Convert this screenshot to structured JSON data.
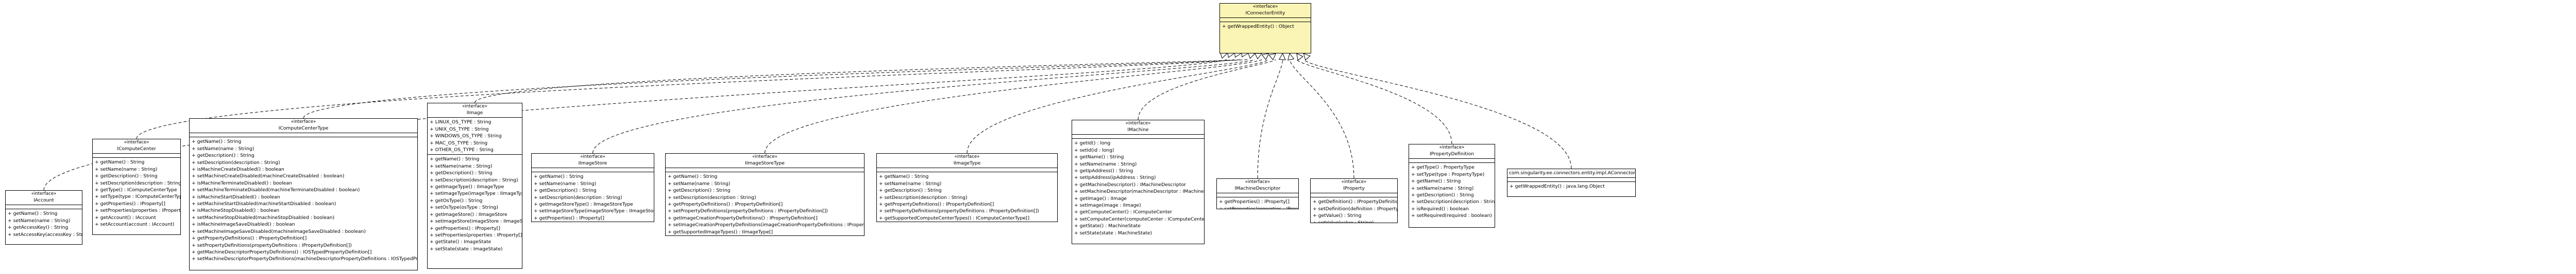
{
  "diagram": {
    "root_id": "IConnectorEntity",
    "classes": [
      {
        "id": "IConnectorEntity",
        "stereotype": "«interface»",
        "name": "IConnectorEntity",
        "fields": [],
        "methods": [
          "+ getWrappedEntity() : Object"
        ]
      },
      {
        "id": "IAccount",
        "stereotype": "«interface»",
        "name": "IAccount",
        "fields": [],
        "methods": [
          "+ getName() : String",
          "+ setName(name : String)",
          "+ getAccessKey() : String",
          "+ setAccessKey(accessKey : String)"
        ]
      },
      {
        "id": "IComputeCenter",
        "stereotype": "«interface»",
        "name": "IComputeCenter",
        "fields": [],
        "methods": [
          "+ getName() : String",
          "+ setName(name : String)",
          "+ getDescription() : String",
          "+ setDescription(description : String)",
          "+ getType() : IComputeCenterType",
          "+ setType(type : IComputeCenterType)",
          "+ getProperties() : IProperty[]",
          "+ setProperties(properties : IProperty[])",
          "+ getAccount() : IAccount",
          "+ setAccount(account : IAccount)"
        ]
      },
      {
        "id": "IComputeCenterType",
        "stereotype": "«interface»",
        "name": "IComputeCenterType",
        "fields": [],
        "methods": [
          "+ getName() : String",
          "+ setName(name : String)",
          "+ getDescription() : String",
          "+ setDescription(description : String)",
          "+ isMachineCreateDisabled() : boolean",
          "+ setMachineCreateDisabled(machineCreateDisabled : boolean)",
          "+ isMachineTerminateDisabled() : boolean",
          "+ setMachineTerminateDisabled(machineTerminateDisabled : boolean)",
          "+ isMachineStartDisabled() : boolean",
          "+ setMachineStartDisabled(machineStartDisabled : boolean)",
          "+ isMachineStopDisabled() : boolean",
          "+ setMachineStopDisabled(machineStopDisabled : boolean)",
          "+ isMachineImageSaveDisabled() : boolean",
          "+ setMachineImageSaveDisabled(machineImageSaveDisabled : boolean)",
          "+ getPropertyDefinitions() : IPropertyDefinition[]",
          "+ setPropertyDefinitions(propertyDefinitions : IPropertyDefinition[])",
          "+ getMachineDescriptorPropertyDefinitions() : IOSTypedPropertyDefinition[]",
          "+ setMachineDescriptorPropertyDefinitions(machineDescriptorPropertyDefinitions : IOSTypedPropertyDefinition[])"
        ]
      },
      {
        "id": "IImage",
        "stereotype": "«interface»",
        "name": "IImage",
        "fields": [
          "+ LINUX_OS_TYPE : String",
          "+ UNIX_OS_TYPE : String",
          "+ WINDOWS_OS_TYPE : String",
          "+ MAC_OS_TYPE : String",
          "+ OTHER_OS_TYPE : String"
        ],
        "methods": [
          "+ getName() : String",
          "+ setName(name : String)",
          "+ getDescription() : String",
          "+ setDescription(description : String)",
          "+ getImageType() : IImageType",
          "+ setImageType(imageType : IImageType)",
          "+ getOsType() : String",
          "+ setOsType(osType : String)",
          "+ getImageStore() : IImageStore",
          "+ setImageStore(imageStore : IImageStore)",
          "+ getProperties() : IProperty[]",
          "+ setProperties(properties : IProperty[])",
          "+ getState() : ImageState",
          "+ setState(state : ImageState)"
        ]
      },
      {
        "id": "IImageStore",
        "stereotype": "«interface»",
        "name": "IImageStore",
        "fields": [],
        "methods": [
          "+ getName() : String",
          "+ setName(name : String)",
          "+ getDescription() : String",
          "+ setDescription(description : String)",
          "+ getImageStoreType() : IImageStoreType",
          "+ setImageStoreType(imageStoreType : IImageStoreType)",
          "+ getProperties() : IProperty[]",
          "+ setProperties(properties : IProperty[])"
        ]
      },
      {
        "id": "IImageStoreType",
        "stereotype": "«interface»",
        "name": "IImageStoreType",
        "fields": [],
        "methods": [
          "+ getName() : String",
          "+ setName(name : String)",
          "+ getDescription() : String",
          "+ setDescription(description : String)",
          "+ getPropertyDefinitions() : IPropertyDefinition[]",
          "+ setPropertyDefinitions(propertyDefinitions : IPropertyDefinition[])",
          "+ getImageCreationPropertyDefinitions() : IPropertyDefinition[]",
          "+ setImageCreationPropertyDefinitions(imageCreationPropertyDefinitions : IPropertyDefinition[])",
          "+ getSupportedImageTypes() : IImageType[]",
          "+ setSupportedImageTypes(supportedImageTypes : IImageType[])"
        ]
      },
      {
        "id": "IImageType",
        "stereotype": "«interface»",
        "name": "IImageType",
        "fields": [],
        "methods": [
          "+ getName() : String",
          "+ setName(name : String)",
          "+ getDescription() : String",
          "+ setDescription(description : String)",
          "+ getPropertyDefinitions() : IPropertyDefinition[]",
          "+ setPropertyDefinitions(propertyDefinitions : IPropertyDefinition[])",
          "+ getSupportedComputeCenterTypes() : IComputeCenterType[]",
          "+ setSupportedComputeCenterTypes(supportedComputeCenterTypes : IComputeCenterType[])"
        ]
      },
      {
        "id": "IMachine",
        "stereotype": "«interface»",
        "name": "IMachine",
        "fields": [],
        "methods": [
          "+ getId() : long",
          "+ setId(id : long)",
          "+ getName() : String",
          "+ setName(name : String)",
          "+ getIpAddress() : String",
          "+ setIpAddress(ipAddress : String)",
          "+ getMachineDescriptor() : IMachineDescriptor",
          "+ setMachineDescriptor(machineDescriptor : IMachineDescriptor)",
          "+ getImage() : IImage",
          "+ setImage(image : IImage)",
          "+ getComputeCenter() : IComputeCenter",
          "+ setComputeCenter(computeCenter : IComputeCenter)",
          "+ getState() : MachineState",
          "+ setState(state : MachineState)"
        ]
      },
      {
        "id": "IMachineDescriptor",
        "stereotype": "«interface»",
        "name": "IMachineDescriptor",
        "fields": [],
        "methods": [
          "+ getProperties() : IProperty[]",
          "+ setProperties(properties : IProperty[])"
        ]
      },
      {
        "id": "IProperty",
        "stereotype": "«interface»",
        "name": "IProperty",
        "fields": [],
        "methods": [
          "+ getDefinition() : IPropertyDefinition",
          "+ setDefinition(definition : IPropertyDefinition)",
          "+ getValue() : String",
          "+ setValue(value : String)"
        ]
      },
      {
        "id": "IPropertyDefinition",
        "stereotype": "«interface»",
        "name": "IPropertyDefinition",
        "fields": [],
        "methods": [
          "+ getType() : PropertyType",
          "+ setType(type : PropertyType)",
          "+ getName() : String",
          "+ setName(name : String)",
          "+ getDescription() : String",
          "+ setDescription(description : String)",
          "+ isRequired() : boolean",
          "+ setRequired(required : boolean)"
        ]
      },
      {
        "id": "AConnectorEntity",
        "stereotype": "",
        "name": "com.singularity.ee.connectors.entity.impl.AConnectorEntity",
        "fields": [],
        "methods": [
          "+ getWrappedEntity() : java.lang.Object"
        ]
      }
    ],
    "relations": [
      {
        "from": "IAccount",
        "to": "IConnectorEntity",
        "kind": "realization"
      },
      {
        "from": "IComputeCenter",
        "to": "IConnectorEntity",
        "kind": "realization"
      },
      {
        "from": "IComputeCenterType",
        "to": "IConnectorEntity",
        "kind": "realization"
      },
      {
        "from": "IImage",
        "to": "IConnectorEntity",
        "kind": "realization"
      },
      {
        "from": "IImageStore",
        "to": "IConnectorEntity",
        "kind": "realization"
      },
      {
        "from": "IImageStoreType",
        "to": "IConnectorEntity",
        "kind": "realization"
      },
      {
        "from": "IImageType",
        "to": "IConnectorEntity",
        "kind": "realization"
      },
      {
        "from": "IMachine",
        "to": "IConnectorEntity",
        "kind": "realization"
      },
      {
        "from": "IMachineDescriptor",
        "to": "IConnectorEntity",
        "kind": "realization"
      },
      {
        "from": "IProperty",
        "to": "IConnectorEntity",
        "kind": "realization"
      },
      {
        "from": "IPropertyDefinition",
        "to": "IConnectorEntity",
        "kind": "realization"
      },
      {
        "from": "AConnectorEntity",
        "to": "IConnectorEntity",
        "kind": "realization"
      }
    ]
  }
}
